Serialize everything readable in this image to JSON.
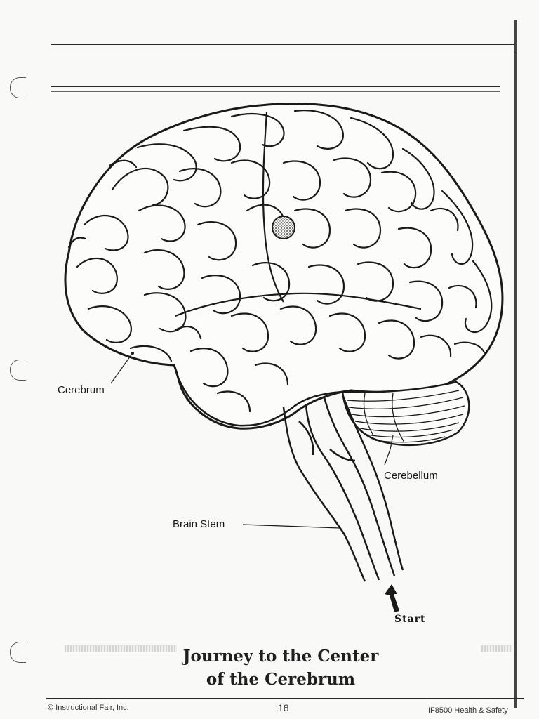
{
  "labels": {
    "cerebrum": "Cerebrum",
    "cerebellum": "Cerebellum",
    "brain_stem": "Brain Stem",
    "start": "Start"
  },
  "title": {
    "line1": "Journey to the Center",
    "line2": "of the Cerebrum"
  },
  "footer": {
    "publisher": "© Instructional Fair, Inc.",
    "page_number": "18",
    "book": "IF8500 Health & Safety"
  }
}
